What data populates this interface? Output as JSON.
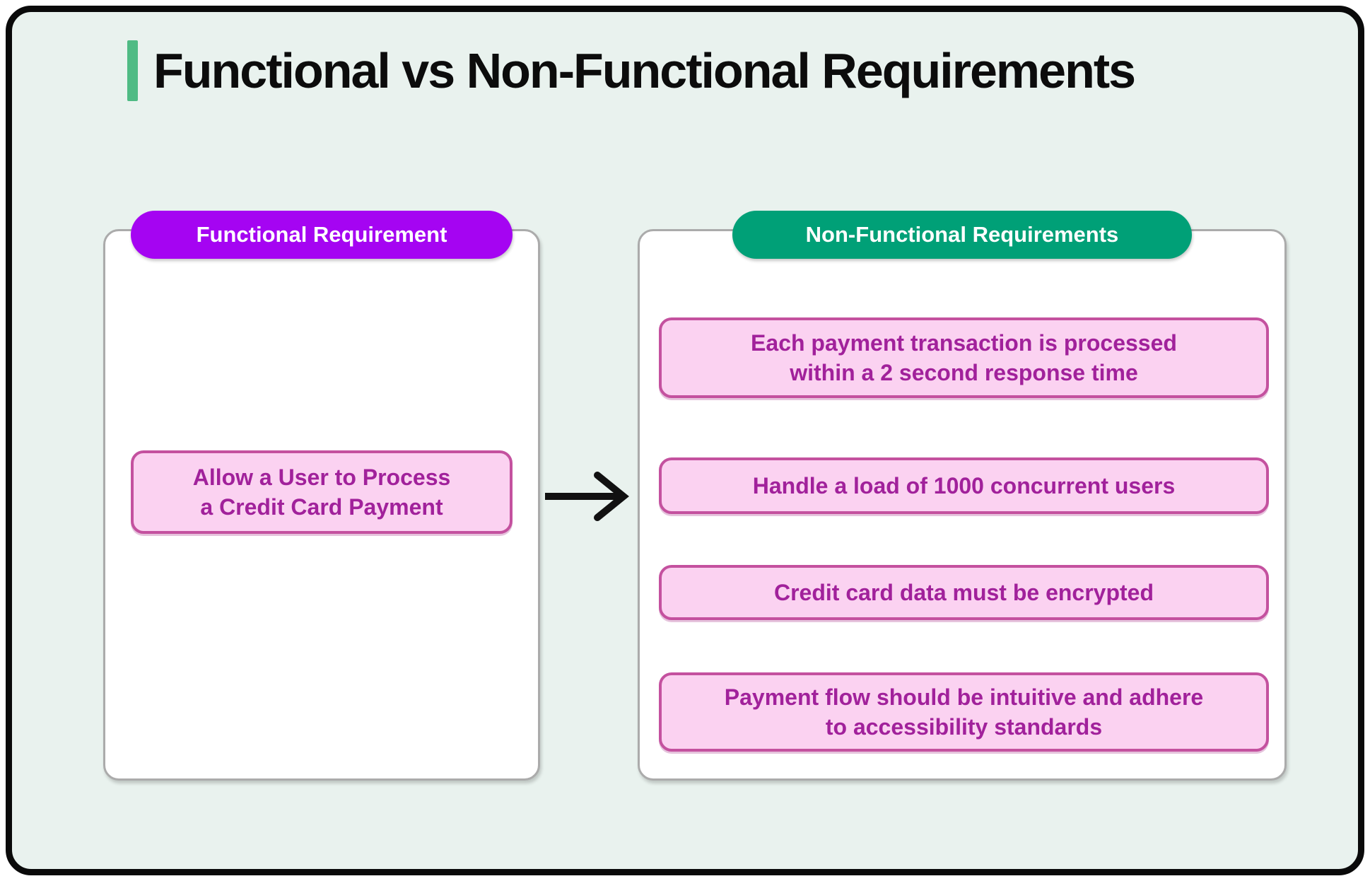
{
  "title": {
    "text": "Functional vs Non-Functional Requirements"
  },
  "functional": {
    "header": "Functional Requirement",
    "items": [
      "Allow a User to Process\na Credit Card Payment"
    ]
  },
  "nonfunctional": {
    "header": "Non-Functional Requirements",
    "items": [
      "Each payment transaction is processed\nwithin a 2 second response time",
      "Handle a load of 1000 concurrent users",
      "Credit card data must be encrypted",
      "Payment flow should be intuitive and adhere\nto accessibility standards"
    ]
  },
  "icons": {
    "arrow": "right-arrow"
  },
  "colors": {
    "canvas_background": "#e9f2ee",
    "frame_border": "#0a0a0a",
    "accent_bar": "#4fbb84",
    "title_text": "#0c0c0c",
    "functional_header_bg": "#a504f2",
    "nonfunctional_header_bg": "#00a077",
    "header_text": "#ffffff",
    "card_bg": "#ffffff",
    "card_border": "#ababab",
    "item_bg": "#fbd2f1",
    "item_border": "#c4519f",
    "item_text": "#a1219b",
    "arrow": "#111111"
  }
}
